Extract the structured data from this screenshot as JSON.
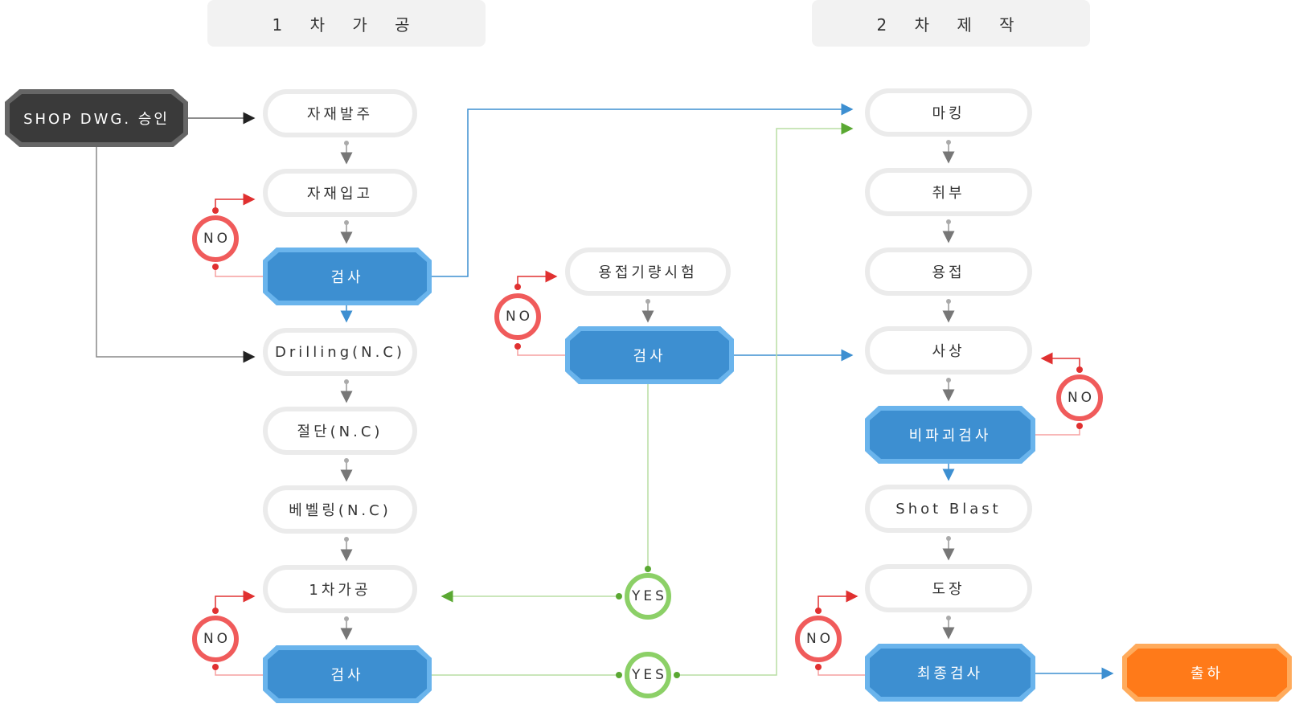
{
  "phases": {
    "first": "1 차 가 공",
    "second": "2 차 제 작"
  },
  "start": "SHOP DWG. 승인",
  "col1": {
    "material_order": "자재발주",
    "material_receipt": "자재입고",
    "inspect1": "검사",
    "drilling": "Drilling(N.C)",
    "cutting": "절단(N.C)",
    "beveling": "베벨링(N.C)",
    "first_processing": "1차가공",
    "inspect2": "검사"
  },
  "col2": {
    "welding_test": "용접기량시험",
    "inspect": "검사"
  },
  "col3": {
    "marking": "마킹",
    "assembly": "취부",
    "welding": "용접",
    "finishing": "사상",
    "ndt": "비파괴검사",
    "shot_blast": "Shot Blast",
    "painting": "도장",
    "final_inspect": "최종검사"
  },
  "shipping": "출하",
  "labels": {
    "no": "NO",
    "yes": "YES"
  },
  "colors": {
    "blue": "#3d8fd1",
    "red": "#f05b5b",
    "green": "#8cd067",
    "orange": "#ff7a19",
    "dark": "#3a3a3a"
  }
}
